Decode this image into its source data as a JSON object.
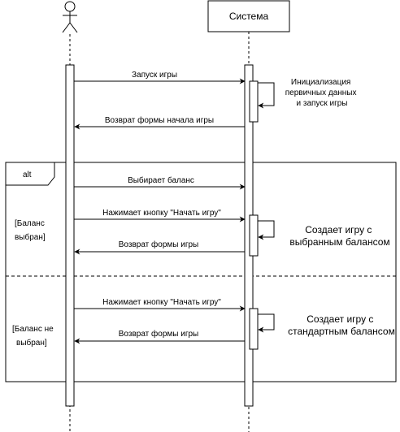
{
  "actor": {
    "label": ""
  },
  "system": {
    "label": "Система"
  },
  "messages": {
    "start_game": "Запуск игры",
    "return_start_form": "Возврат формы начала игры",
    "choose_balance": "Выбирает баланс",
    "press_start_1": "Нажимает кнопку \"Начать игру\"",
    "return_game_form_1": "Возврат формы игры",
    "press_start_2": "Нажимает кнопку \"Начать игру\"",
    "return_game_form_2": "Возврат формы игры"
  },
  "notes": {
    "init": [
      "Инициализация",
      "первичных данных",
      "и запуск игры"
    ],
    "create_selected": [
      "Создает игру с",
      "выбранным балансом"
    ],
    "create_default": [
      "Создает игру с",
      "стандартным балансом"
    ]
  },
  "alt_fragment": {
    "operator": "alt",
    "guard_1": [
      "[Баланс",
      "выбран]"
    ],
    "guard_2": [
      "[Баланс не",
      "выбран]"
    ]
  }
}
